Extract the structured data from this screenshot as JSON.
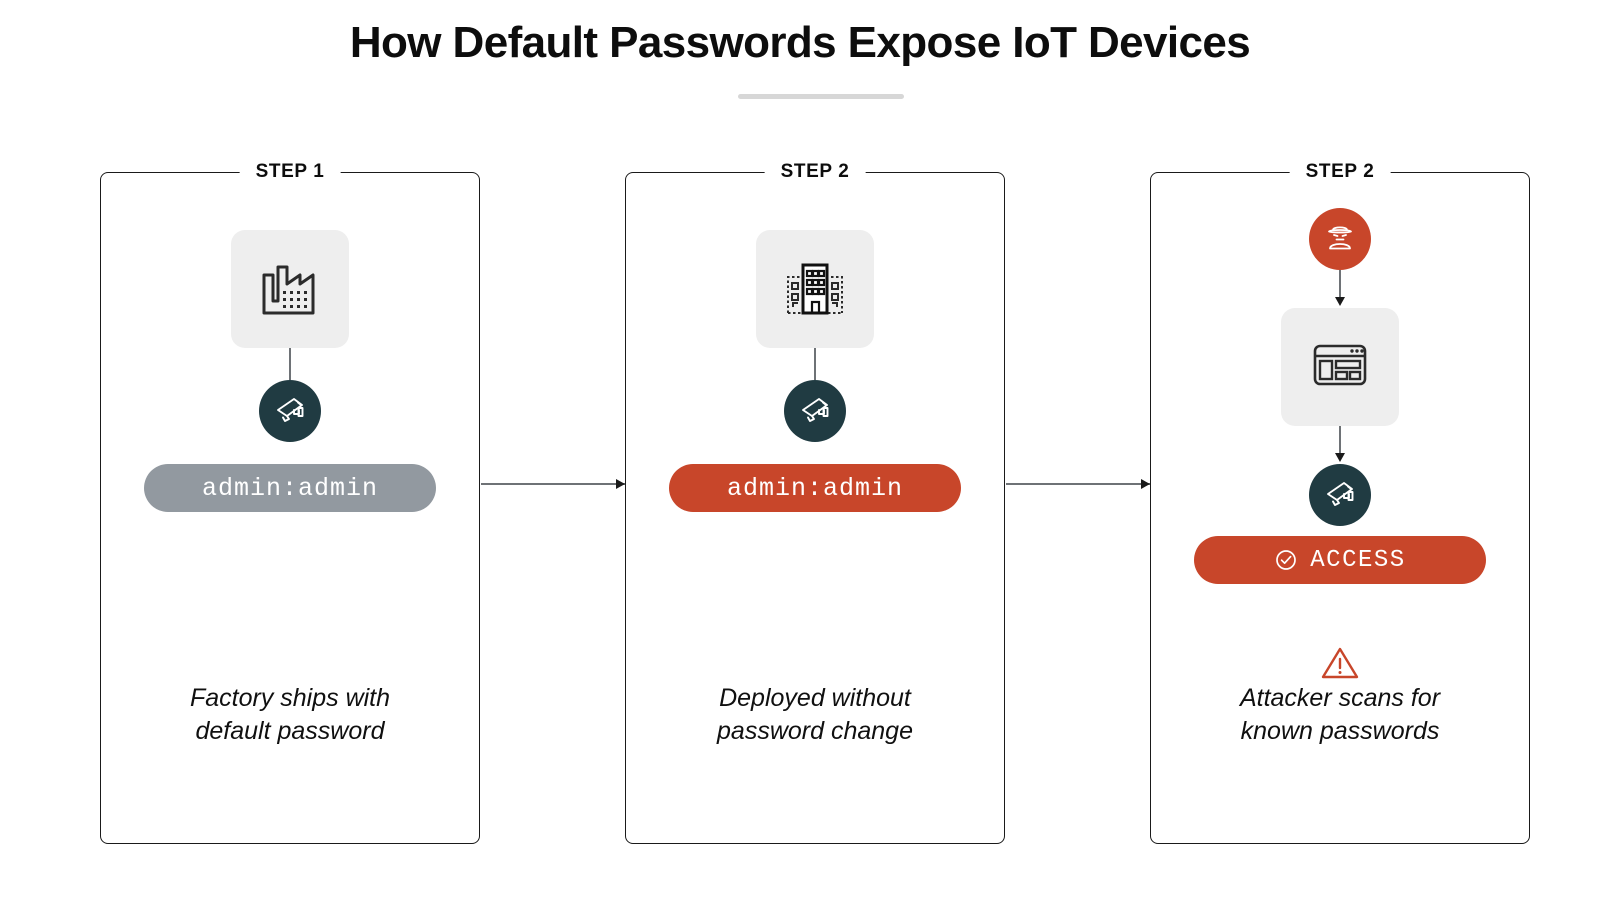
{
  "title": "How Default Passwords Expose IoT Devices",
  "colors": {
    "accent_red": "#c8462a",
    "dark_teal": "#203b42",
    "pill_gray": "#9299a0",
    "tile_gray": "#eeeeee",
    "border": "#1a1a1a",
    "connector": "#6e7276",
    "text": "#0d0d0d"
  },
  "steps": [
    {
      "label": "STEP 1",
      "top_icon": "factory-icon",
      "device_icon": "security-camera-icon",
      "pill_text": "admin:admin",
      "pill_style": "gray",
      "caption_line1": "Factory ships with",
      "caption_line2": "default password"
    },
    {
      "label": "STEP 2",
      "top_icon": "office-building-icon",
      "device_icon": "security-camera-icon",
      "pill_text": "admin:admin",
      "pill_style": "red",
      "caption_line1": "Deployed without",
      "caption_line2": "password change"
    },
    {
      "label": "STEP 2",
      "top_icon": "attacker-hacker-icon",
      "middle_icon": "browser-window-icon",
      "device_icon": "security-camera-icon",
      "pill_text": "ACCESS",
      "pill_icon": "check-circle-icon",
      "pill_style": "red",
      "warning_icon": "warning-triangle-icon",
      "caption_line1": "Attacker scans for",
      "caption_line2": "known passwords"
    }
  ],
  "connectors": [
    {
      "name": "arrow-step1-to-step2",
      "direction": "right"
    },
    {
      "name": "arrow-step2-to-step3",
      "direction": "right"
    }
  ]
}
